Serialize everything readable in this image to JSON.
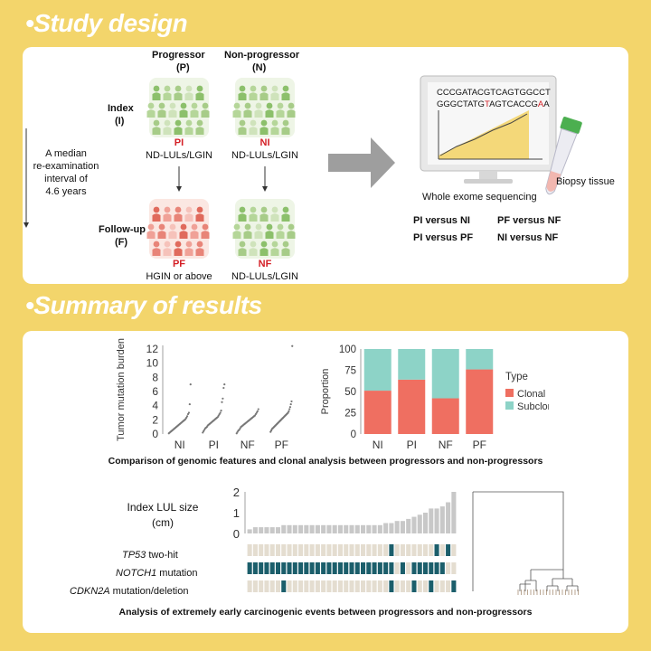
{
  "titles": {
    "study_design": "•Study design",
    "summary": "•Summary of results"
  },
  "design": {
    "progressor": "Progressor",
    "progressor_abbr": "(P)",
    "nonprogressor": "Non-progressor",
    "nonprogressor_abbr": "(N)",
    "index": "Index",
    "index_abbr": "(I)",
    "followup": "Follow-up",
    "followup_abbr": "(F)",
    "interval": [
      "A median",
      "re-examination",
      "interval of",
      "4.6 years"
    ],
    "pi": "PI",
    "pi_desc": "ND-LULs/LGIN",
    "ni": "NI",
    "ni_desc": "ND-LULs/LGIN",
    "pf": "PF",
    "pf_desc": "HGIN or above",
    "nf": "NF",
    "nf_desc": "ND-LULs/LGIN",
    "seq_line1": "CCCGATACGTCAGTGGCCT",
    "seq_line2_a": "GGGCTATG",
    "seq_line2_b": "T",
    "seq_line2_c": "AGTCACCG",
    "seq_line2_d": "A",
    "seq_line2_e": "A",
    "wes": "Whole exome sequencing",
    "biopsy": "Biopsy tissue",
    "comparisons": [
      "PI versus NI",
      "PF versus NF",
      "PI versus PF",
      "NI versus NF"
    ]
  },
  "results": {
    "caption1": "Comparison of genomic features and clonal analysis between progressors and non-progressors",
    "caption2": "Analysis of extremely early carcinogenic events between progressors and non-progressors",
    "size_label_1": "Index LUL size",
    "size_label_2": "(cm)",
    "row_labels": [
      {
        "gene": "TP53",
        "rest": " two-hit"
      },
      {
        "gene": "NOTCH1",
        "rest": " mutation"
      },
      {
        "gene": "CDKN2A",
        "rest": " mutation/deletion"
      }
    ],
    "size_ticks": [
      "2",
      "1",
      "0"
    ]
  },
  "colors": {
    "clonal": "#ef6f61",
    "subclonal": "#8dd3c7",
    "mutated": "#1b5e6b",
    "wild": "#e4ddd0",
    "bar": "#c8c8c8",
    "panel": "#ffffff",
    "bg": "#f3d56b"
  },
  "chart_data": [
    {
      "type": "scatter",
      "ylabel": "Tumor mutation burden",
      "categories": [
        "NI",
        "PI",
        "NF",
        "PF"
      ],
      "yticks": [
        0,
        2,
        4,
        6,
        8,
        10,
        12
      ],
      "ylim": [
        0,
        12.5
      ],
      "series": [
        {
          "values": [
            0.1,
            0.2,
            0.3,
            0.4,
            0.5,
            0.6,
            0.7,
            0.8,
            0.9,
            1.0,
            1.1,
            1.2,
            1.3,
            1.4,
            1.5,
            1.6,
            1.7,
            1.8,
            1.9,
            2.0,
            2.1,
            2.3,
            2.5,
            2.8,
            3.0,
            4.2,
            7.0
          ]
        },
        {
          "values": [
            0.2,
            0.4,
            0.6,
            0.8,
            0.9,
            1.0,
            1.2,
            1.3,
            1.4,
            1.5,
            1.6,
            1.7,
            1.8,
            1.9,
            2.0,
            2.1,
            2.2,
            2.3,
            2.4,
            2.6,
            2.8,
            3.0,
            3.3,
            4.5,
            5.0,
            6.5,
            7.0
          ]
        },
        {
          "values": [
            0.1,
            0.3,
            0.5,
            0.6,
            0.8,
            1.0,
            1.1,
            1.2,
            1.3,
            1.4,
            1.5,
            1.6,
            1.7,
            1.8,
            1.9,
            2.0,
            2.1,
            2.2,
            2.3,
            2.4,
            2.5,
            2.6,
            2.8,
            3.0,
            3.2,
            3.5
          ]
        },
        {
          "values": [
            0.3,
            0.5,
            0.7,
            0.8,
            0.9,
            1.0,
            1.1,
            1.2,
            1.3,
            1.4,
            1.5,
            1.6,
            1.7,
            1.8,
            1.9,
            2.0,
            2.1,
            2.2,
            2.3,
            2.4,
            2.5,
            2.6,
            2.7,
            2.8,
            2.9,
            3.0,
            3.2,
            3.5,
            3.8,
            4.2,
            4.6,
            12.4
          ]
        }
      ]
    },
    {
      "type": "bar",
      "stacked": true,
      "ylabel": "Proportion",
      "categories": [
        "NI",
        "PI",
        "NF",
        "PF"
      ],
      "yticks": [
        0,
        25,
        50,
        75,
        100
      ],
      "ylim": [
        0,
        100
      ],
      "legend_title": "Type",
      "legend_position": "right",
      "series": [
        {
          "name": "Clonal",
          "values": [
            51,
            64,
            42,
            76
          ]
        },
        {
          "name": "Subclonal",
          "values": [
            49,
            36,
            58,
            24
          ]
        }
      ]
    },
    {
      "type": "bar",
      "ylabel": "Index LUL size (cm)",
      "ylim": [
        0,
        2
      ],
      "values": [
        0.2,
        0.3,
        0.3,
        0.3,
        0.3,
        0.3,
        0.4,
        0.4,
        0.4,
        0.4,
        0.4,
        0.4,
        0.4,
        0.4,
        0.4,
        0.4,
        0.4,
        0.4,
        0.4,
        0.4,
        0.4,
        0.4,
        0.4,
        0.4,
        0.5,
        0.5,
        0.6,
        0.6,
        0.7,
        0.8,
        0.9,
        1.0,
        1.2,
        1.2,
        1.3,
        1.5,
        2.0
      ]
    },
    {
      "type": "heatmap",
      "rows": [
        "TP53 two-hit",
        "NOTCH1 mutation",
        "CDKN2A mutation/deletion"
      ],
      "matrix": [
        [
          0,
          0,
          0,
          0,
          0,
          0,
          0,
          0,
          0,
          0,
          0,
          0,
          0,
          0,
          0,
          0,
          0,
          0,
          0,
          0,
          0,
          0,
          0,
          0,
          0,
          1,
          0,
          0,
          0,
          0,
          0,
          0,
          0,
          1,
          0,
          1,
          0
        ],
        [
          1,
          1,
          1,
          1,
          1,
          1,
          1,
          1,
          1,
          1,
          1,
          1,
          1,
          1,
          1,
          1,
          1,
          1,
          1,
          1,
          1,
          1,
          1,
          1,
          1,
          1,
          0,
          1,
          0,
          1,
          1,
          1,
          1,
          1,
          1,
          0,
          0
        ],
        [
          0,
          0,
          0,
          0,
          0,
          0,
          1,
          0,
          0,
          0,
          0,
          0,
          0,
          0,
          0,
          0,
          0,
          0,
          0,
          0,
          0,
          0,
          0,
          0,
          0,
          1,
          0,
          0,
          0,
          1,
          0,
          0,
          1,
          0,
          0,
          0,
          1
        ]
      ]
    }
  ]
}
